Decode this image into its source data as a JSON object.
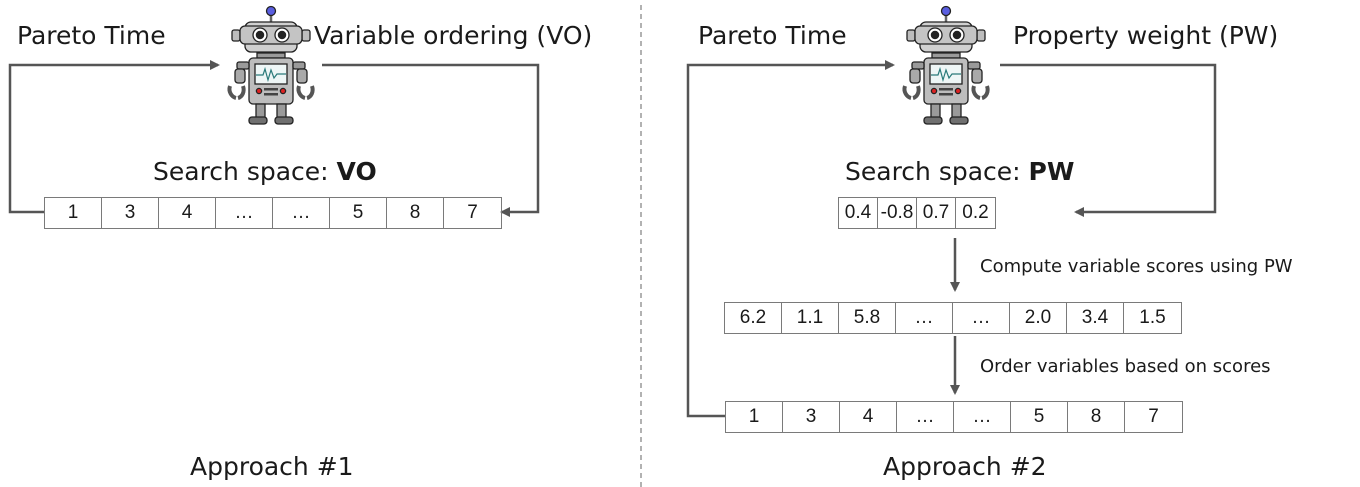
{
  "approach1": {
    "input_label": "Pareto Time",
    "output_label": "Variable ordering (VO)",
    "space_prefix": "Search space: ",
    "space_bold": "VO",
    "cells": [
      "1",
      "3",
      "4",
      "…",
      "…",
      "5",
      "8",
      "7"
    ],
    "title": "Approach #1"
  },
  "approach2": {
    "input_label": "Pareto Time",
    "output_label": "Property weight (PW)",
    "space_prefix": "Search space: ",
    "space_bold": "PW",
    "weight_cells": [
      "0.4",
      "-0.8",
      "0.7",
      "0.2"
    ],
    "step1_label": "Compute variable scores using PW",
    "score_cells": [
      "6.2",
      "1.1",
      "5.8",
      "…",
      "…",
      "2.0",
      "3.4",
      "1.5"
    ],
    "step2_label": "Order variables based on scores",
    "order_cells": [
      "1",
      "3",
      "4",
      "…",
      "…",
      "5",
      "8",
      "7"
    ],
    "title": "Approach #2"
  },
  "colors": {
    "line": "#555555",
    "divider": "#888888",
    "border": "#7a7a7a"
  }
}
